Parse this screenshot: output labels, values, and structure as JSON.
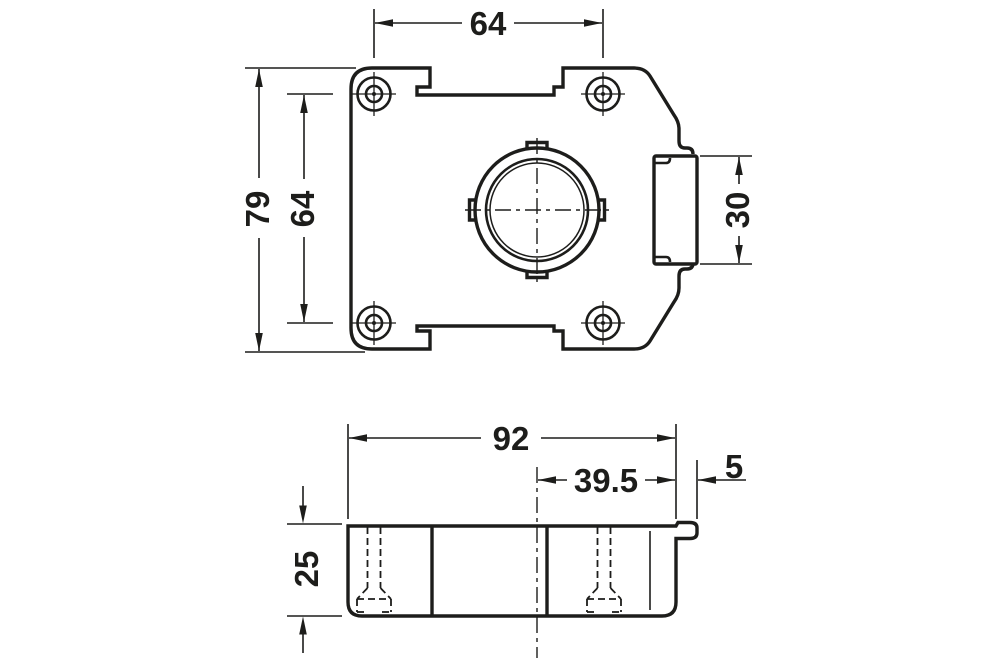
{
  "page": {
    "background": "#ffffff",
    "line_color": "#1d1d1b"
  },
  "top_view": {
    "dims": {
      "hole_spacing_horizontal": "64",
      "overall_height": "79",
      "hole_spacing_vertical": "64",
      "side_tab_height": "30"
    }
  },
  "side_view": {
    "dims": {
      "overall_width": "92",
      "center_to_right_edge": "39.5",
      "tab_projection": "5",
      "body_depth": "25"
    }
  }
}
